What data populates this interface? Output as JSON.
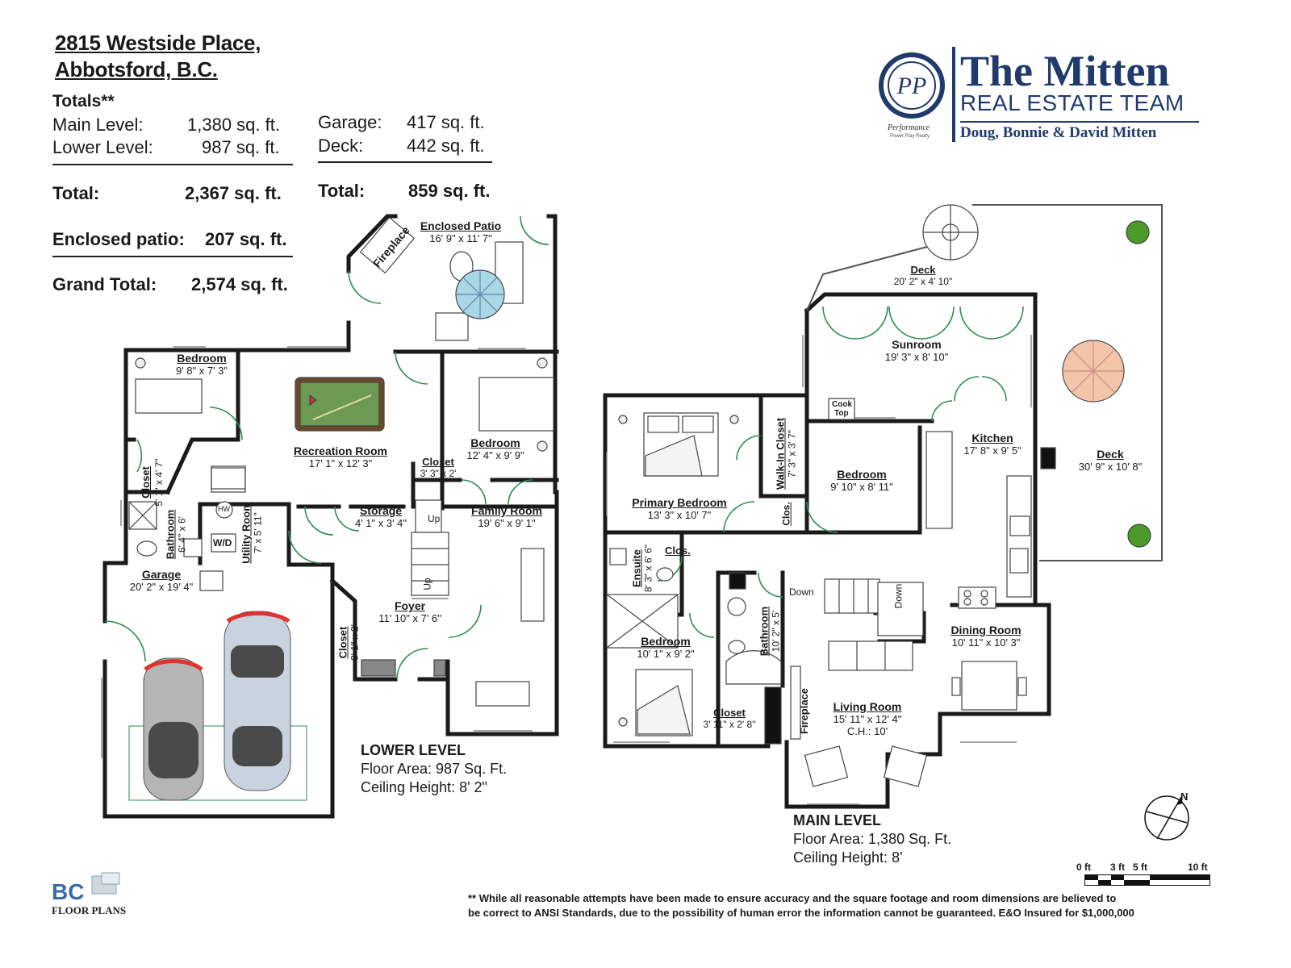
{
  "header": {
    "address_line1": "2815 Westside Place,",
    "address_line2": "Abbotsford, B.C."
  },
  "totals": {
    "heading": "Totals**",
    "main_label": "Main Level:",
    "main_value": "1,380 sq. ft.",
    "lower_label": "Lower Level:",
    "lower_value": "987 sq. ft.",
    "total_label": "Total:",
    "total_value": "2,367 sq. ft.",
    "garage_label": "Garage:",
    "garage_value": "417 sq. ft.",
    "deck_label": "Deck:",
    "deck_value": "442 sq. ft.",
    "total2_label": "Total:",
    "total2_value": "859 sq. ft.",
    "patio_label": "Enclosed patio:",
    "patio_value": "207 sq. ft.",
    "grand_label": "Grand Total:",
    "grand_value": "2,574 sq. ft."
  },
  "brand": {
    "title": "The Mitten",
    "subtitle": "REAL ESTATE TEAM",
    "names": "Doug, Bonnie & David Mitten",
    "logo_caption": "Performance",
    "logo_caption2": "Power Play Realty",
    "color": "#1f3a6b"
  },
  "lower_level": {
    "heading": "LOWER LEVEL",
    "area": "Floor Area:  987 Sq. Ft.",
    "ceiling": "Ceiling Height: 8' 2\"",
    "rooms": [
      {
        "name": "Enclosed Patio",
        "dim": "16' 9\" x 11' 7\""
      },
      {
        "name": "Bedroom",
        "dim": "9' 8\" x 7' 3\""
      },
      {
        "name": "Recreation Room",
        "dim": "17' 1\" x 12' 3\""
      },
      {
        "name": "Bedroom",
        "dim": "12' 4\" x 9' 9\""
      },
      {
        "name": "Closet",
        "dim": "3' 3\" x 2'"
      },
      {
        "name": "Closet",
        "dim": "5' 1\" x 4' 7\""
      },
      {
        "name": "Bathroom",
        "dim": "6' 4\" x 6'"
      },
      {
        "name": "Utility Room",
        "dim": "7' x 5' 11\""
      },
      {
        "name": "Storage",
        "dim": "4' 1\" x 3' 4\""
      },
      {
        "name": "Family Room",
        "dim": "19' 6\" x 9' 1\""
      },
      {
        "name": "Garage",
        "dim": "20' 2\" x 19' 4\""
      },
      {
        "name": "Foyer",
        "dim": "11' 10\" x 7' 6\""
      },
      {
        "name": "Closet",
        "dim": "8' 1\" x 2'"
      }
    ],
    "labels": {
      "fireplace": "Fireplace",
      "up1": "Up",
      "up2": "Up",
      "hw": "HW",
      "wd": "W/D"
    }
  },
  "main_level": {
    "heading": "MAIN LEVEL",
    "area": "Floor Area: 1,380 Sq. Ft.",
    "ceiling": "Ceiling Height: 8'",
    "rooms": [
      {
        "name": "Deck",
        "dim": "20' 2\" x 4' 10\""
      },
      {
        "name": "Sunroom",
        "dim": "19' 3\" x 8' 10\""
      },
      {
        "name": "Deck",
        "dim": "30' 9\" x 10' 8\""
      },
      {
        "name": "Kitchen",
        "dim": "17' 8\" x 9' 5\""
      },
      {
        "name": "Primary Bedroom",
        "dim": "13' 3\" x 10' 7\""
      },
      {
        "name": "Walk-In Closet",
        "dim": "7' 3\" x 3' 7\""
      },
      {
        "name": "Bedroom",
        "dim": "9' 10\" x 8' 11\""
      },
      {
        "name": "Ensuite",
        "dim": "8' 3\" x 6' 6\""
      },
      {
        "name": "Clos.",
        "dim": ""
      },
      {
        "name": "Clos.",
        "dim": ""
      },
      {
        "name": "Bedroom",
        "dim": "10' 1\" x 9' 2\""
      },
      {
        "name": "Bathroom",
        "dim": "10' 2\" x 5'"
      },
      {
        "name": "Closet",
        "dim": "3' 11\" x 2' 8\""
      },
      {
        "name": "Living Room",
        "dim": "15' 11\" x 12' 4\"",
        "extra": "C.H.: 10'"
      },
      {
        "name": "Dining Room",
        "dim": "10' 11\" x 10' 3\""
      }
    ],
    "labels": {
      "fireplace": "Fireplace",
      "down1": "Down",
      "down2": "Down",
      "cooktop1": "Cook",
      "cooktop2": "Top"
    }
  },
  "scale": {
    "t0": "0 ft",
    "t3": "3 ft",
    "t5": "5 ft",
    "t10": "10 ft",
    "north": "N"
  },
  "footer": {
    "line1": "** While all reasonable attempts have been made to ensure accuracy and the square footage and room dimensions are believed to",
    "line2": "be correct to ANSI Standards, due to the possibility of human error the information cannot be guaranteed. E&O Insured for $1,000,000",
    "logo_bc": "BC",
    "logo_text": "FLOOR PLANS"
  }
}
